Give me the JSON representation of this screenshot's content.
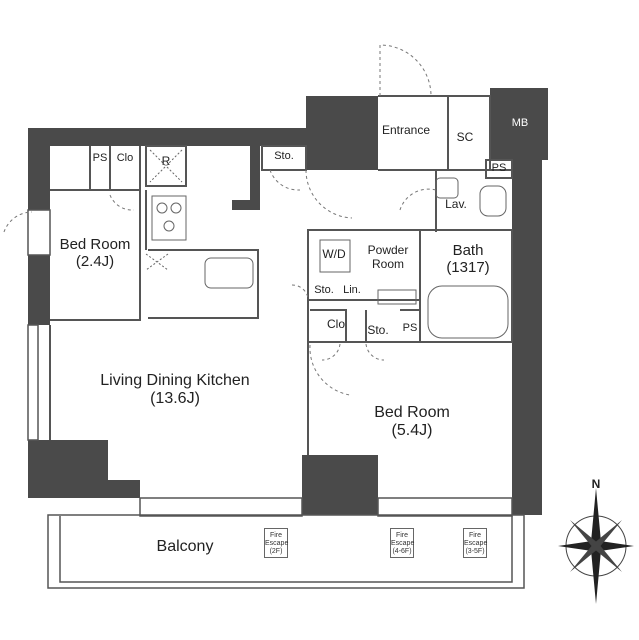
{
  "rooms": {
    "entrance": "Entrance",
    "sc": "SC",
    "mb": "MB",
    "ps_left": "PS",
    "clo_left": "Clo",
    "fridge": "R",
    "sto_kitchen": "Sto.",
    "ps_lav": "PS",
    "lav": "Lav.",
    "bed_room_left": {
      "name": "Bed Room",
      "size": "(2.4J)"
    },
    "wd": "W/D",
    "powder_room": {
      "line1": "Powder",
      "line2": "Room"
    },
    "bath": {
      "name": "Bath",
      "size": "(1317)"
    },
    "sto_powder": "Sto.",
    "lin": "Lin.",
    "clo_right": "Clo",
    "sto_right": "Sto.",
    "ps_right": "PS",
    "ldk": {
      "name": "Living Dining Kitchen",
      "size": "(13.6J)"
    },
    "bed_room_right": {
      "name": "Bed Room",
      "size": "(5.4J)"
    },
    "balcony": "Balcony"
  },
  "fire_escapes": [
    {
      "title": "Fire Escape",
      "floor": "(2F)"
    },
    {
      "title": "Fire Escape",
      "floor": "(4-6F)"
    },
    {
      "title": "Fire Escape",
      "floor": "(3-5F)"
    }
  ],
  "compass": {
    "north": "N"
  },
  "colors": {
    "wall": "#4a4a4a",
    "line": "#555555",
    "dash": "#777777"
  }
}
